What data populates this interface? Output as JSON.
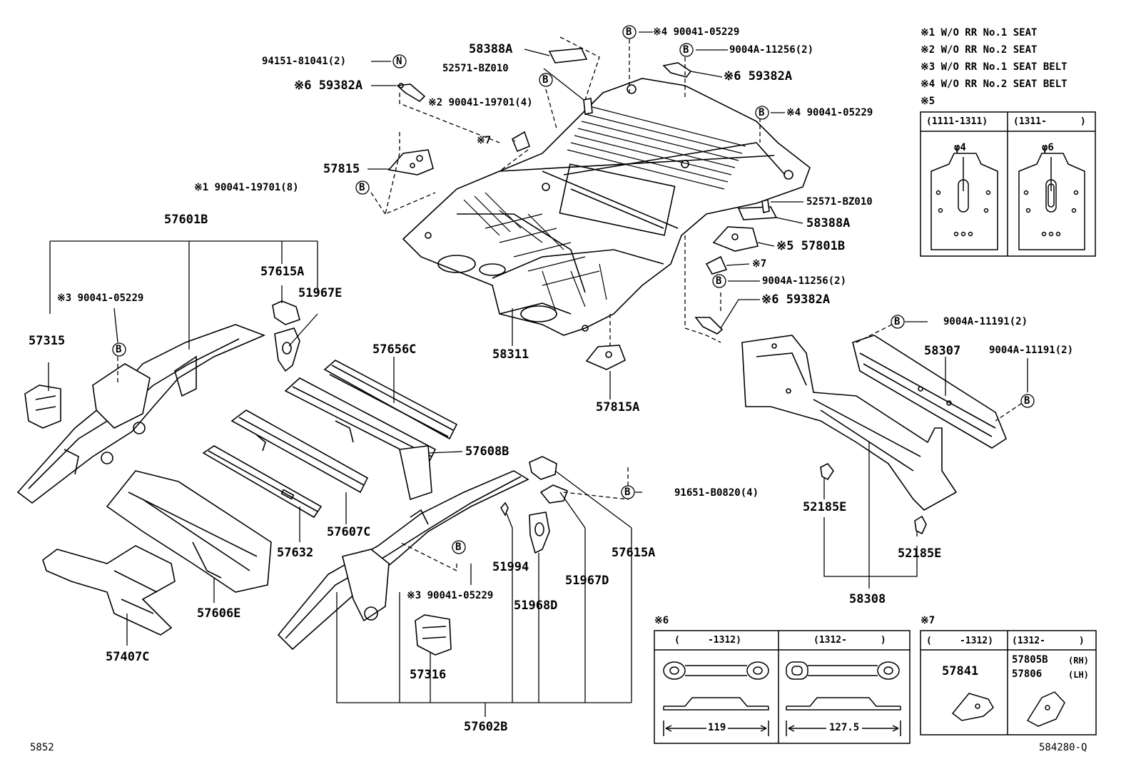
{
  "notes": [
    "※1 W/O RR No.1 SEAT",
    "※2 W/O RR No.2 SEAT",
    "※3 W/O RR No.1 SEAT BELT",
    "※4 W/O RR No.2 SEAT BELT"
  ],
  "box5": {
    "title": "※5",
    "col1": "(1111-1311)",
    "col2": "(1311-      )",
    "phi1": "φ4",
    "phi2": "φ6"
  },
  "box6": {
    "title": "※6",
    "col1": "(     -1312)",
    "col2": "(1312-      )",
    "dim1": "119",
    "dim2": "127.5"
  },
  "box7": {
    "title": "※7",
    "col1": "(     -1312)",
    "col2": "(1312-      )",
    "part1": "57841",
    "part2a": "57805B",
    "part2a_side": "(RH)",
    "part2b": "57806",
    "part2b_side": "(LH)"
  },
  "labels": {
    "p58388A_top": "58388A",
    "p94151": "94151-81041(2)",
    "p52571_top": "52571-BZ010",
    "p59382A_left": "※6 59382A",
    "p90041_19701_4": "※2 90041-19701(4)",
    "p7_top": "※7",
    "p57815": "57815",
    "p90041_19701_8": "※1 90041-19701(8)",
    "p90041_05229_top": "※4 90041-05229",
    "p9004A_11256_top": "9004A-11256(2)",
    "p59382A_top": "※6 59382A",
    "p90041_05229_right": "※4 90041-05229",
    "p52571_right": "52571-BZ010",
    "p58388A_right": "58388A",
    "p57801B": "※5 57801B",
    "p7_right": "※7",
    "p9004A_11256_right": "9004A-11256(2)",
    "p59382A_right": "※6 59382A",
    "p57601B": "57601B",
    "p57615A_top": "57615A",
    "p51967E": "51967E",
    "p3_90041_05229_left": "※3 90041-05229",
    "p57315": "57315",
    "p58311": "58311",
    "p57656C": "57656C",
    "p57815A": "57815A",
    "p9004A_11191_a": "9004A-11191(2)",
    "p58307": "58307",
    "p9004A_11191_b": "9004A-11191(2)",
    "p57608B": "57608B",
    "p91651": "91651-B0820(4)",
    "p57607C": "57607C",
    "p57632": "57632",
    "p51994": "51994",
    "p57615A_bot": "57615A",
    "p52185E_left": "52185E",
    "p52185E_right": "52185E",
    "p51967D": "51967D",
    "p51968D": "51968D",
    "p3_90041_05229_bot": "※3 90041-05229",
    "p57606E": "57606E",
    "p57407C": "57407C",
    "p57316": "57316",
    "p58308": "58308",
    "p57602B": "57602B"
  },
  "fasteners": {
    "nut": "N",
    "bolt": "B"
  },
  "footer": {
    "left": "5852",
    "right": "584280-Q"
  }
}
